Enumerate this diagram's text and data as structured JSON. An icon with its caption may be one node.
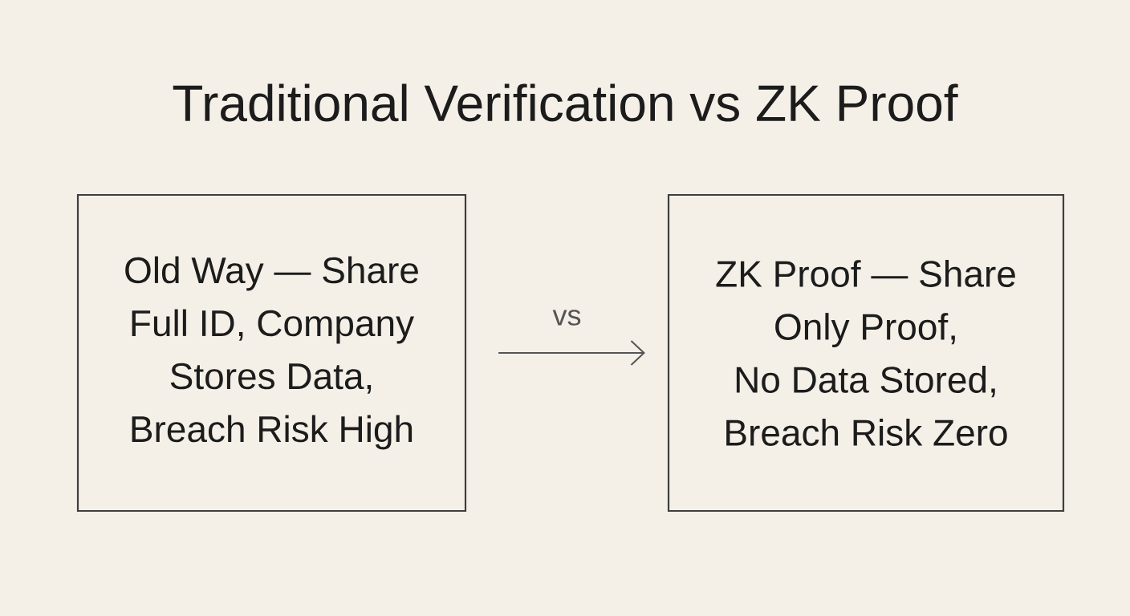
{
  "diagram": {
    "title": "Traditional Verification vs ZK Proof",
    "nodes": [
      {
        "text": [
          "Old Way — Share Full ID, Company Stores Data, Breach Risk High"
        ]
      },
      {
        "text": [
          "ZK Proof — Share Only Proof, No Data Stored, Breach Risk Zero"
        ]
      }
    ],
    "edges": [
      {
        "from": 0,
        "to": 1,
        "arrow": "to",
        "label": "vs"
      }
    ]
  }
}
